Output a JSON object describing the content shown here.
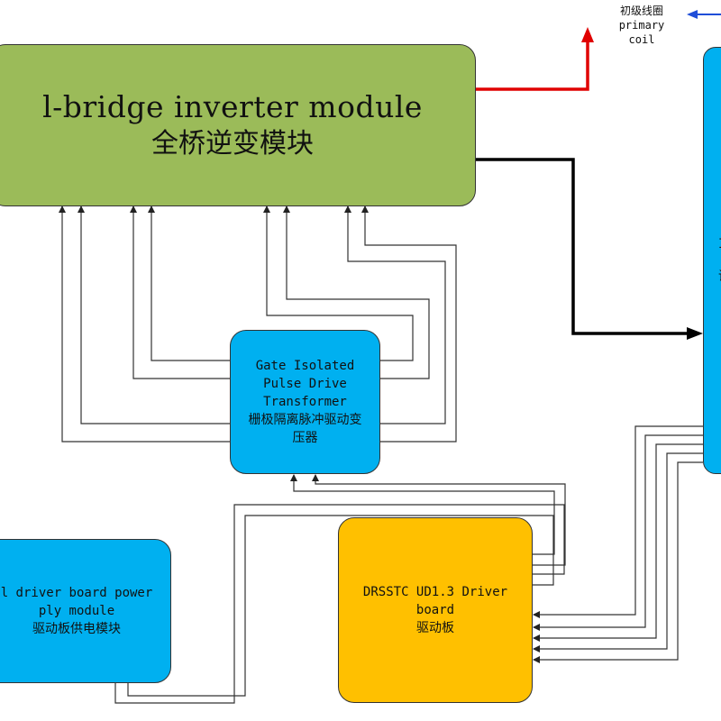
{
  "colors": {
    "inverter_fill": "#9bbb59",
    "gdt_fill": "#00b0f0",
    "driver_fill": "#ffc000",
    "psu_fill": "#00b0f0",
    "resonant_fill": "#00b0f0",
    "primary_arrow": "#e00000",
    "feedback_arrow": "#1f4ed8",
    "main_arrow": "#000000",
    "signal_wire": "#333333"
  },
  "inverter": {
    "title_en": "l-bridge inverter module",
    "title_zh": "全桥逆变模块"
  },
  "gdt": {
    "line1": "Gate Isolated",
    "line2": "Pulse Drive",
    "line3": "Transformer",
    "line4": "栅极隔离脉冲驱动变",
    "line5": "压器"
  },
  "driver": {
    "line1": "DRSSTC UD1.3 Driver",
    "line2": "board",
    "line3": "驱动板"
  },
  "psu": {
    "line1": "l driver board power",
    "line2": "ply module",
    "line3": "驱动板供电模块"
  },
  "resonant": {
    "char1": "I",
    "char2": "谐"
  },
  "coil_label": {
    "zh": "初级线圈",
    "en1": "primary",
    "en2": "coil"
  }
}
